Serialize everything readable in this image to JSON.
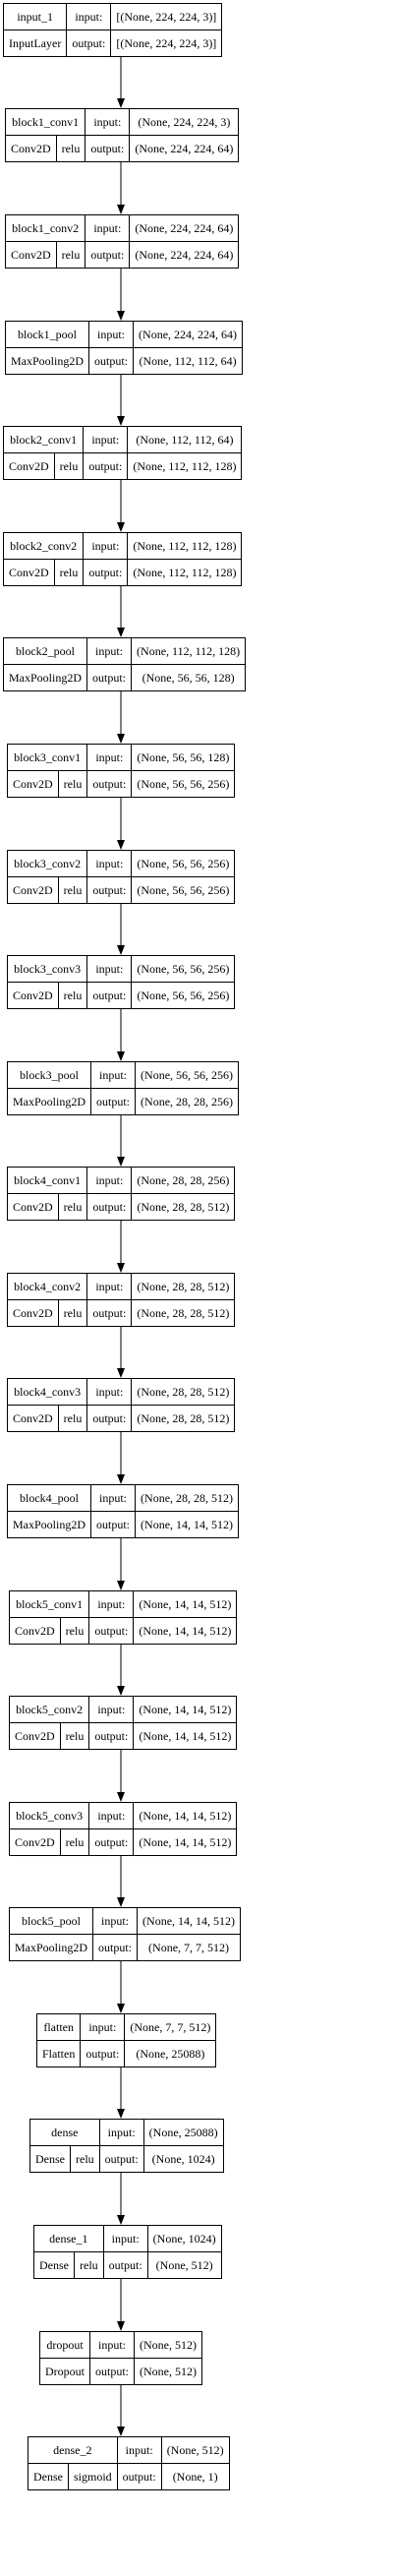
{
  "labels": {
    "input": "input:",
    "output": "output:"
  },
  "layers": [
    {
      "name": "input_1",
      "type": "InputLayer",
      "activation": "",
      "input": "[(None, 224, 224, 3)]",
      "output": "[(None, 224, 224, 3)]"
    },
    {
      "name": "block1_conv1",
      "type": "Conv2D",
      "activation": "relu",
      "input": "(None, 224, 224, 3)",
      "output": "(None, 224, 224, 64)"
    },
    {
      "name": "block1_conv2",
      "type": "Conv2D",
      "activation": "relu",
      "input": "(None, 224, 224, 64)",
      "output": "(None, 224, 224, 64)"
    },
    {
      "name": "block1_pool",
      "type": "MaxPooling2D",
      "activation": "",
      "input": "(None, 224, 224, 64)",
      "output": "(None, 112, 112, 64)"
    },
    {
      "name": "block2_conv1",
      "type": "Conv2D",
      "activation": "relu",
      "input": "(None, 112, 112, 64)",
      "output": "(None, 112, 112, 128)"
    },
    {
      "name": "block2_conv2",
      "type": "Conv2D",
      "activation": "relu",
      "input": "(None, 112, 112, 128)",
      "output": "(None, 112, 112, 128)"
    },
    {
      "name": "block2_pool",
      "type": "MaxPooling2D",
      "activation": "",
      "input": "(None, 112, 112, 128)",
      "output": "(None, 56, 56, 128)"
    },
    {
      "name": "block3_conv1",
      "type": "Conv2D",
      "activation": "relu",
      "input": "(None, 56, 56, 128)",
      "output": "(None, 56, 56, 256)"
    },
    {
      "name": "block3_conv2",
      "type": "Conv2D",
      "activation": "relu",
      "input": "(None, 56, 56, 256)",
      "output": "(None, 56, 56, 256)"
    },
    {
      "name": "block3_conv3",
      "type": "Conv2D",
      "activation": "relu",
      "input": "(None, 56, 56, 256)",
      "output": "(None, 56, 56, 256)"
    },
    {
      "name": "block3_pool",
      "type": "MaxPooling2D",
      "activation": "",
      "input": "(None, 56, 56, 256)",
      "output": "(None, 28, 28, 256)"
    },
    {
      "name": "block4_conv1",
      "type": "Conv2D",
      "activation": "relu",
      "input": "(None, 28, 28, 256)",
      "output": "(None, 28, 28, 512)"
    },
    {
      "name": "block4_conv2",
      "type": "Conv2D",
      "activation": "relu",
      "input": "(None, 28, 28, 512)",
      "output": "(None, 28, 28, 512)"
    },
    {
      "name": "block4_conv3",
      "type": "Conv2D",
      "activation": "relu",
      "input": "(None, 28, 28, 512)",
      "output": "(None, 28, 28, 512)"
    },
    {
      "name": "block4_pool",
      "type": "MaxPooling2D",
      "activation": "",
      "input": "(None, 28, 28, 512)",
      "output": "(None, 14, 14, 512)"
    },
    {
      "name": "block5_conv1",
      "type": "Conv2D",
      "activation": "relu",
      "input": "(None, 14, 14, 512)",
      "output": "(None, 14, 14, 512)"
    },
    {
      "name": "block5_conv2",
      "type": "Conv2D",
      "activation": "relu",
      "input": "(None, 14, 14, 512)",
      "output": "(None, 14, 14, 512)"
    },
    {
      "name": "block5_conv3",
      "type": "Conv2D",
      "activation": "relu",
      "input": "(None, 14, 14, 512)",
      "output": "(None, 14, 14, 512)"
    },
    {
      "name": "block5_pool",
      "type": "MaxPooling2D",
      "activation": "",
      "input": "(None, 14, 14, 512)",
      "output": "(None, 7, 7, 512)"
    },
    {
      "name": "flatten",
      "type": "Flatten",
      "activation": "",
      "input": "(None, 7, 7, 512)",
      "output": "(None, 25088)"
    },
    {
      "name": "dense",
      "type": "Dense",
      "activation": "relu",
      "input": "(None, 25088)",
      "output": "(None, 1024)"
    },
    {
      "name": "dense_1",
      "type": "Dense",
      "activation": "relu",
      "input": "(None, 1024)",
      "output": "(None, 512)"
    },
    {
      "name": "dropout",
      "type": "Dropout",
      "activation": "",
      "input": "(None, 512)",
      "output": "(None, 512)"
    },
    {
      "name": "dense_2",
      "type": "Dense",
      "activation": "sigmoid",
      "input": "(None, 512)",
      "output": "(None, 1)"
    }
  ]
}
